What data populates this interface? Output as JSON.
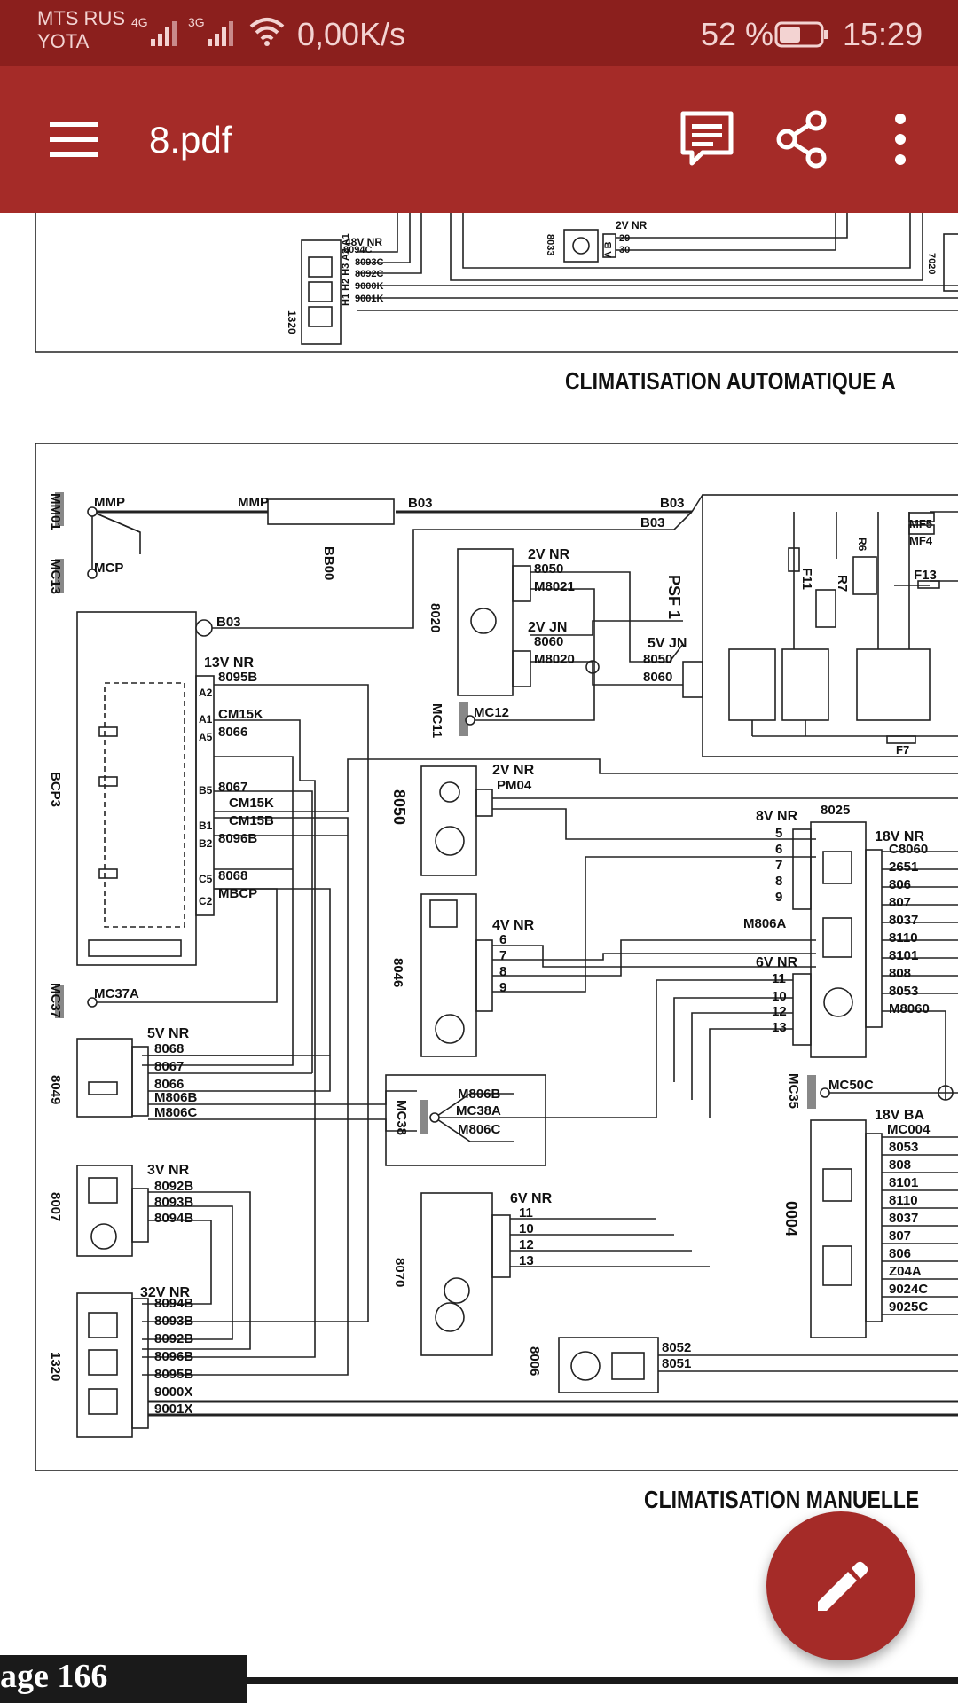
{
  "status_bar": {
    "carrier_primary": "MTS RUS",
    "carrier_secondary": "YOTA",
    "network_1": "4G",
    "network_2": "3G",
    "net_speed": "0,00K/s",
    "battery_percent": "52 %",
    "battery_level": 0.52,
    "time": "15:29"
  },
  "app_bar": {
    "title": "8.pdf",
    "color": "#a52b28",
    "icons": [
      "menu-icon",
      "comments-icon",
      "share-icon",
      "more-vert-icon"
    ]
  },
  "document": {
    "section_top_caption": "CLIMATISATION AUTOMATIQUE A",
    "section_bottom_caption": "CLIMATISATION MANUELLE",
    "page_label": "age 166",
    "top_fragment": {
      "component_1320": "1320",
      "connector_1320": "48V NR",
      "wires_1320": [
        "8094C",
        "8093C",
        "8092C",
        "9000K",
        "9001K"
      ],
      "pins_1320": "H1 H2 H3 A2 A1",
      "component_8033": "8033",
      "connector_8033": "2V NR",
      "wires_8033": [
        "29",
        "30"
      ],
      "pins_8033": "A B",
      "component_7020": "7020"
    },
    "labels": {
      "mm01": "MM01",
      "mmp": "MMP",
      "mmp2": "MMP",
      "mcp": "MCP",
      "mc13": "MC13",
      "b03": "B03",
      "bb00": "BB00",
      "psf1": "PSF 1",
      "f11": "F11",
      "r7": "R7",
      "r6": "R6",
      "f13": "F13",
      "mf5": "MF5",
      "mf4": "MF4",
      "f7": "F7",
      "c8020": "8020",
      "c8020_conn1": "2V NR",
      "c8020_conn2": "2V JN",
      "w8050": "8050",
      "wm8021": "M8021",
      "w8060": "8060",
      "wm8020": "M8020",
      "psf_conn": "5V JN",
      "psf_w1": "8050",
      "psf_w2": "8060",
      "mc11": "MC11",
      "mc12": "MC12",
      "bcp3": "BCP3",
      "bcp3_conn": "13V NR",
      "bcp3_wires": [
        "8095B",
        "CM15K",
        "8066",
        "8067",
        "CM15K",
        "CM15B",
        "8096B",
        "8068",
        "MBCP"
      ],
      "bcp3_pins": [
        "A2",
        "A1",
        "A5",
        "B5",
        "B1",
        "B2",
        "C5",
        "C2"
      ],
      "mc37": "MC37",
      "mc37a": "MC37A",
      "c8050": "8050",
      "c8050_conn": "2V NR",
      "c8050_wire": "PM04",
      "c8046": "8046",
      "c8046_conn": "4V NR",
      "c8046_wires": [
        "6",
        "7",
        "8",
        "9"
      ],
      "c8025": "8025",
      "c8025_conn1": "8V NR",
      "c8025_wires1": [
        "5",
        "6",
        "7",
        "8",
        "9",
        "M806A"
      ],
      "c8025_conn2": "6V NR",
      "c8025_wires2": [
        "11",
        "10",
        "12",
        "13"
      ],
      "c8025_conn3": "18V NR",
      "c8025_wires3": [
        "C8060",
        "2651",
        "806",
        "807",
        "8037",
        "8110",
        "8101",
        "808",
        "8053",
        "M8060"
      ],
      "mc35": "MC35",
      "mc50c": "MC50C",
      "c0004": "0004",
      "c0004_conn": "18V BA",
      "c0004_wires": [
        "MC004",
        "8053",
        "808",
        "8101",
        "8110",
        "8037",
        "807",
        "806",
        "Z04A",
        "9024C",
        "9025C"
      ],
      "c8049": "8049",
      "c8049_conn": "5V NR",
      "c8049_wires": [
        "8068",
        "8067",
        "8066",
        "M806B",
        "M806C"
      ],
      "mc38": "MC38",
      "mc38_wires": [
        "M806B",
        "MC38A",
        "M806C"
      ],
      "c8007": "8007",
      "c8007_conn": "3V NR",
      "c8007_wires": [
        "8092B",
        "8093B",
        "8094B"
      ],
      "c8070": "8070",
      "c8070_conn": "6V NR",
      "c8070_wires": [
        "11",
        "10",
        "12",
        "13"
      ],
      "c1320": "1320",
      "c1320_conn": "32V NR",
      "c1320_wires": [
        "8094B",
        "8093B",
        "8092B",
        "8096B",
        "8095B",
        "9000X",
        "9001X"
      ],
      "c8006": "8006",
      "c8006_wires": [
        "8052",
        "8051"
      ]
    }
  }
}
